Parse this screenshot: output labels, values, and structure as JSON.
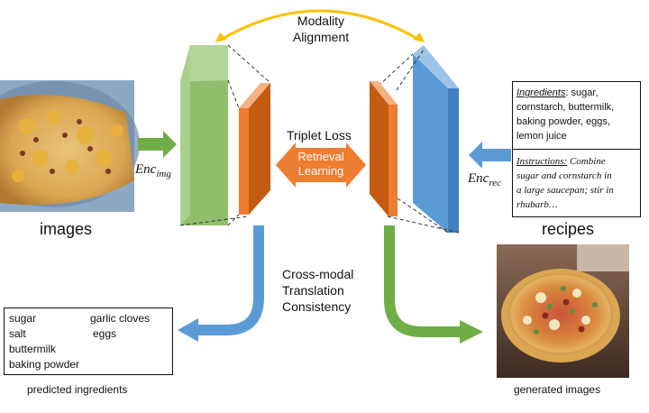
{
  "alignment": {
    "line1": "Modality",
    "line2": "Alignment"
  },
  "encoders": {
    "image": {
      "base": "Enc",
      "sub": "img"
    },
    "recipe": {
      "base": "Enc",
      "sub": "rec"
    }
  },
  "triplet": {
    "title": "Triplet Loss",
    "arrow_line1": "Retrieval",
    "arrow_line2": "Learning"
  },
  "consistency": {
    "line1": "Cross-modal",
    "line2": "Translation",
    "line3": "Consistency"
  },
  "labels": {
    "images": "images",
    "recipes": "recipes",
    "predicted": "predicted ingredients",
    "generated": "generated images"
  },
  "recipe": {
    "ingredients_label": "Ingredients",
    "ingredients_text": [
      ": sugar,",
      "cornstarch, buttermilk,",
      "baking powder, eggs,",
      "lemon juice"
    ],
    "instructions_label": "Instructions:",
    "instructions_text": [
      " Combine",
      "sugar and cornstarch in",
      "a large saucepan; stir in",
      "rhubarb…"
    ]
  },
  "predicted_ingredients": {
    "col1": [
      "sugar",
      "salt",
      "buttermilk",
      "baking powder"
    ],
    "col2": [
      "garlic cloves",
      "eggs"
    ]
  },
  "colors": {
    "green_front": "#a9d18e",
    "green_side": "#70ad47",
    "orange_front": "#f4b183",
    "orange_side": "#c55a11",
    "orange_accent": "#ed7d31",
    "blue_front": "#9dc3e6",
    "blue_side": "#5b9bd5",
    "gold": "#ffc000"
  }
}
